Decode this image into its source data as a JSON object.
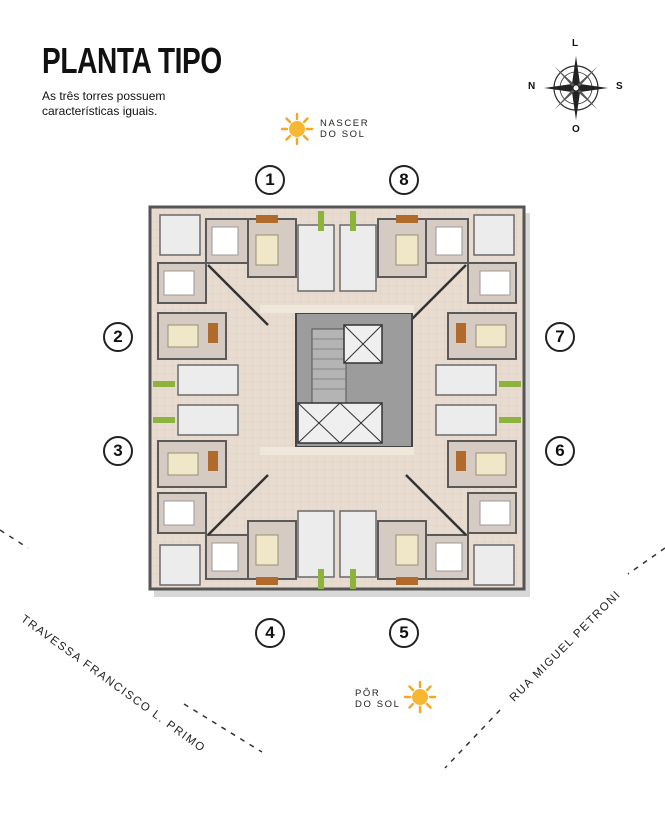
{
  "header": {
    "title": "PLANTA TIPO",
    "subtitle": "As três torres possuem características iguais."
  },
  "sun": {
    "sunrise_label_line1": "NASCER",
    "sunrise_label_line2": "DO SOL",
    "sunset_label_line1": "PÔR",
    "sunset_label_line2": "DO SOL",
    "color": "#f5a623"
  },
  "compass": {
    "north": "L",
    "west": "N",
    "east": "S",
    "south": "O"
  },
  "units": [
    "1",
    "8",
    "2",
    "7",
    "3",
    "6",
    "4",
    "5"
  ],
  "streets": {
    "left": "TRAVESSA FRANCISCO L. PRIMO",
    "right": "RUA MIGUEL PETRONI"
  },
  "colors": {
    "floor": "#e9ddd2",
    "wall": "#4a4a4a",
    "core": "#9a9a9a",
    "wood": "#b06a2c"
  }
}
